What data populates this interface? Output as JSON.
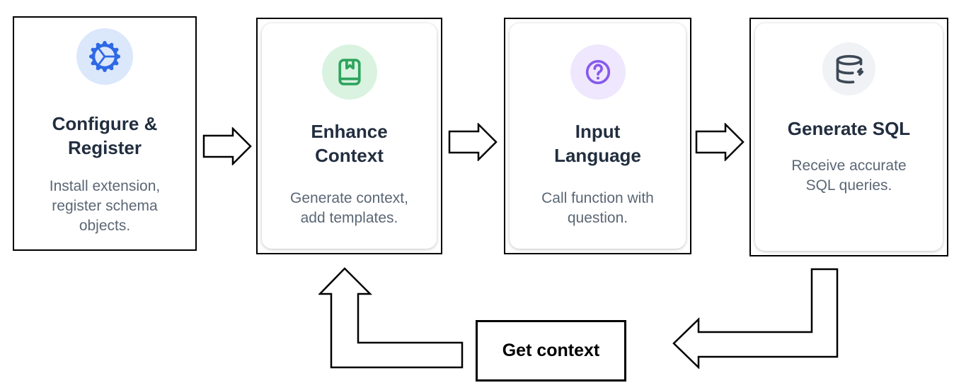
{
  "diagram": {
    "background": "#ffffff",
    "steps": [
      {
        "title": "Configure &\nRegister",
        "description": "Install extension,\nregister schema\nobjects.",
        "icon": "gear-icon",
        "icon_color": "#2d69e6",
        "icon_bg": "#dbe7fb"
      },
      {
        "title": "Enhance\nContext",
        "description": "Generate context,\nadd templates.",
        "icon": "book-marked-icon",
        "icon_color": "#2ea45c",
        "icon_bg": "#d9f3e0"
      },
      {
        "title": "Input\nLanguage",
        "description": "Call function with\nquestion.",
        "icon": "circle-question-icon",
        "icon_color": "#875aeb",
        "icon_bg": "#efe7fd"
      },
      {
        "title": "Generate SQL",
        "description": "Receive accurate\nSQL queries.",
        "icon": "database-zap-icon",
        "icon_color": "#3d4856",
        "icon_bg": "#f0f2f5"
      }
    ],
    "loop": {
      "label": "Get context"
    },
    "palette": {
      "card_border": "#000000",
      "title_text": "#222e3f",
      "description_text": "#5b6775",
      "arrow_outline": "#000000",
      "loop_label_text": "#000000"
    }
  }
}
